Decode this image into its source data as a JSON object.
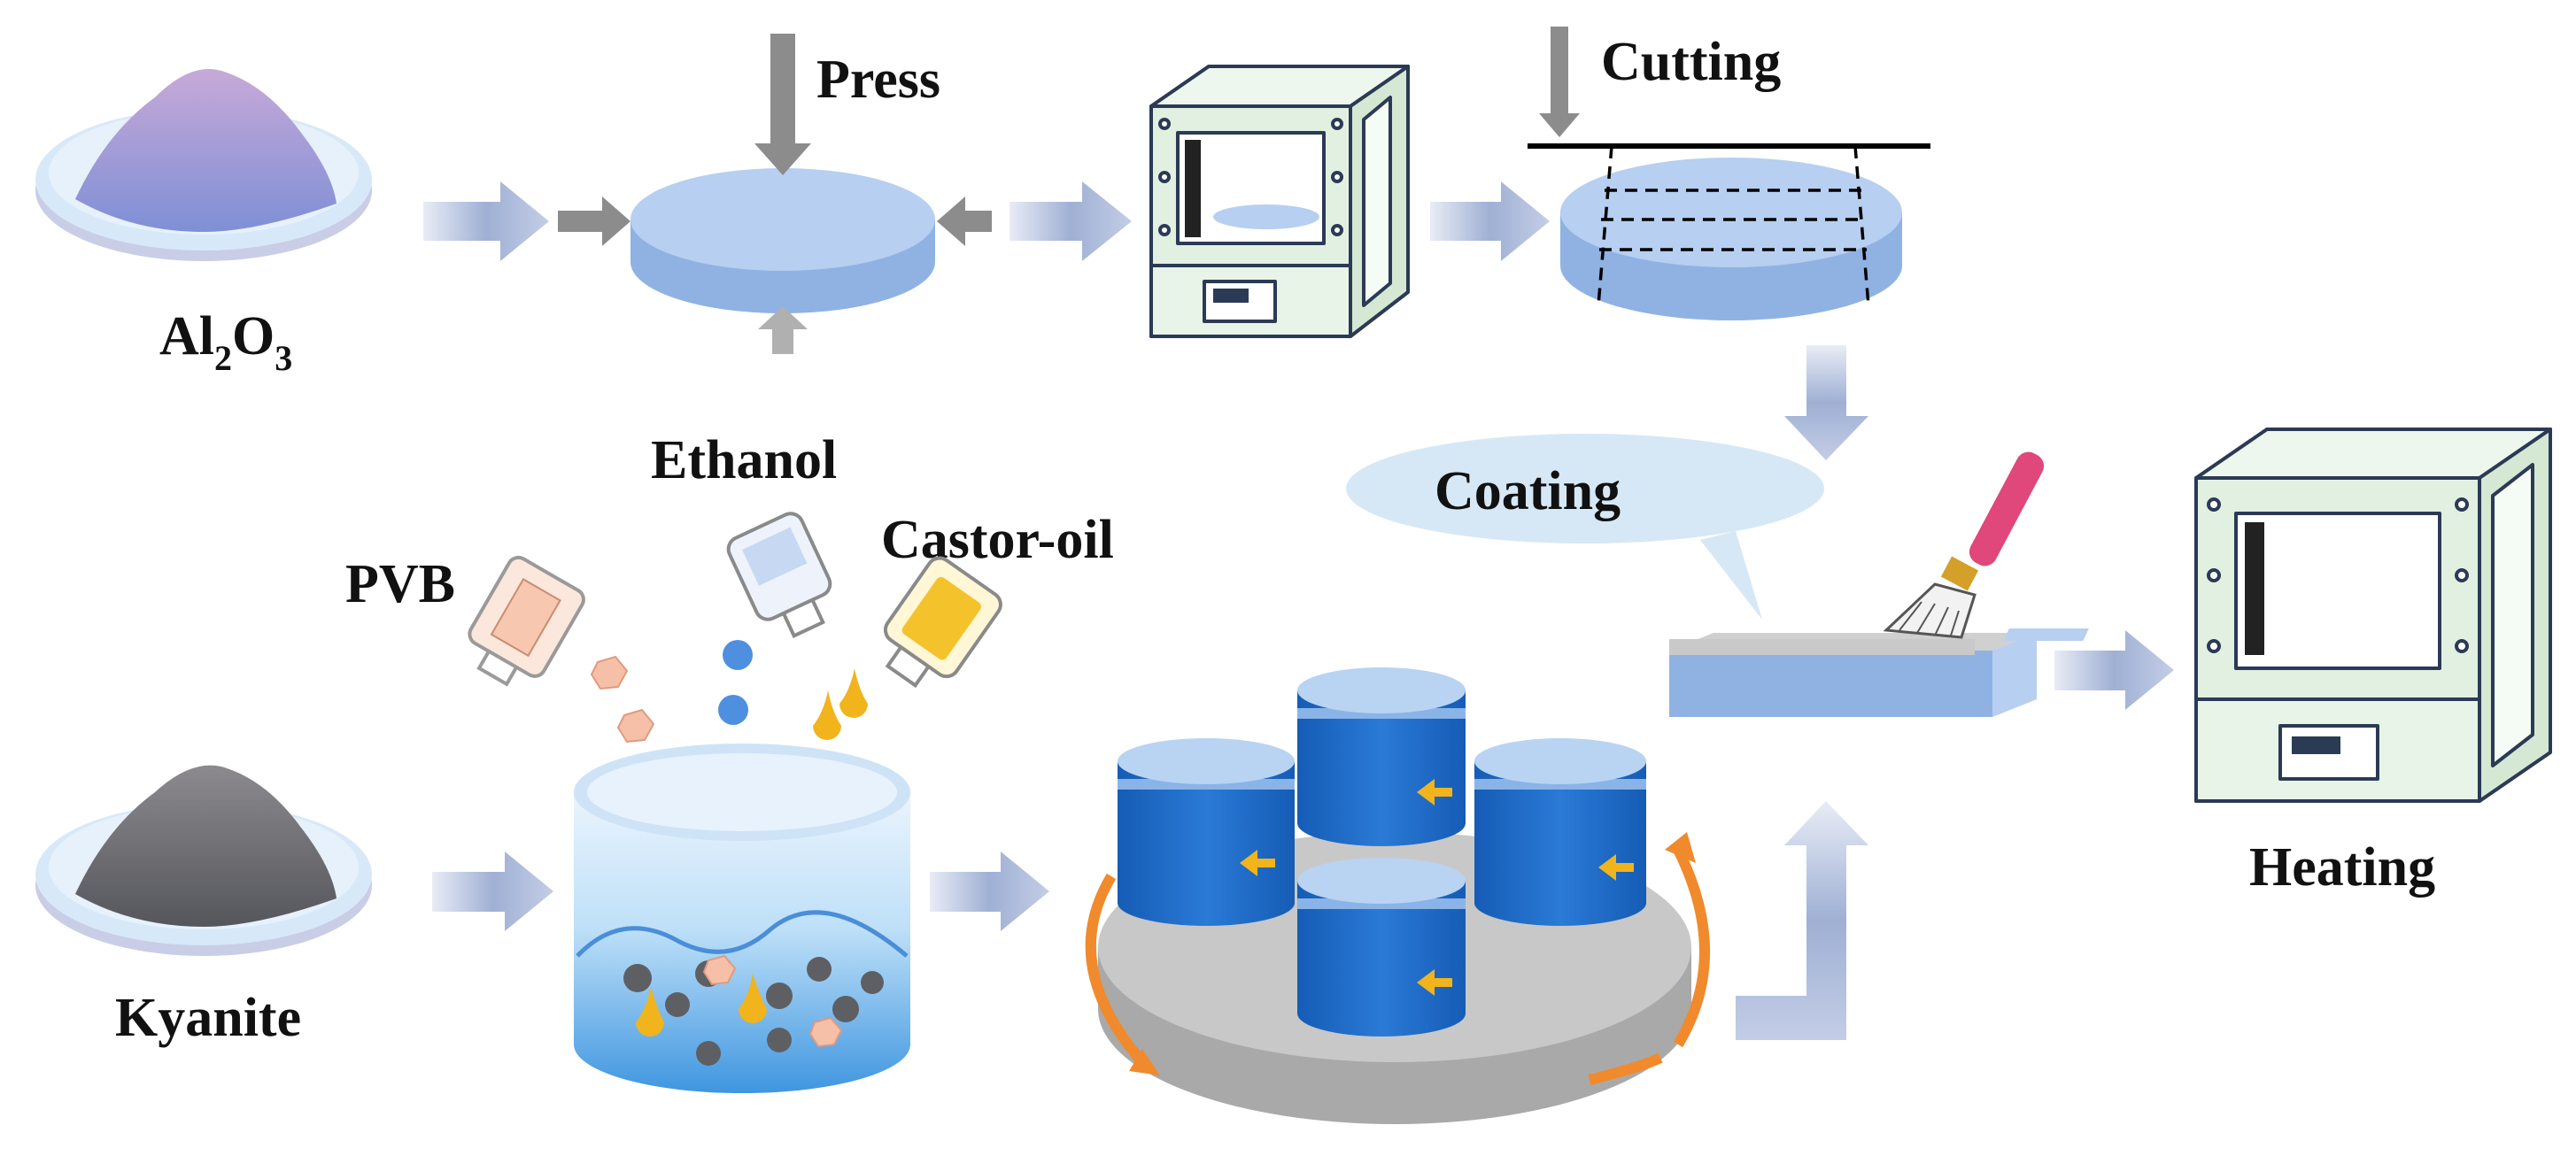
{
  "labels": {
    "al2o3_main": "Al",
    "al2o3_sub1": "2",
    "al2o3_o": "O",
    "al2o3_sub2": "3",
    "press": "Press",
    "cutting": "Cutting",
    "ethanol": "Ethanol",
    "castor_oil": "Castor-oil",
    "pvb": "PVB",
    "coating": "Coating",
    "kyanite": "Kyanite",
    "heating": "Heating"
  },
  "colors": {
    "arrow_blue": "#9fb0d4",
    "arrow_gray": "#8c8c8c",
    "disc_top": "#b7cff0",
    "disc_side": "#8fb2e3",
    "furnace_fill": "#e2f0e2",
    "furnace_line": "#2b3a55",
    "jar_blue": "#1c6bc9",
    "jar_lid": "#b9d3f2",
    "platform": "#c8c8c8",
    "rotation": "#f08a2c",
    "brush_handle": "#e0477a",
    "beaker_liquid": "#5aa8e6",
    "powder_al2o3": "#9aa3d8",
    "powder_kyanite": "#6d6e72"
  },
  "icons": [
    "al2o3-powder-dish-icon",
    "kyanite-powder-dish-icon",
    "pressed-disc-icon",
    "furnace-icon",
    "cut-disc-icon",
    "pvb-bottle-icon",
    "ethanol-bottle-icon",
    "castor-oil-bottle-icon",
    "mixing-beaker-icon",
    "ball-mill-icon",
    "coated-substrate-icon",
    "brush-icon",
    "heating-furnace-icon",
    "speech-bubble-icon"
  ]
}
